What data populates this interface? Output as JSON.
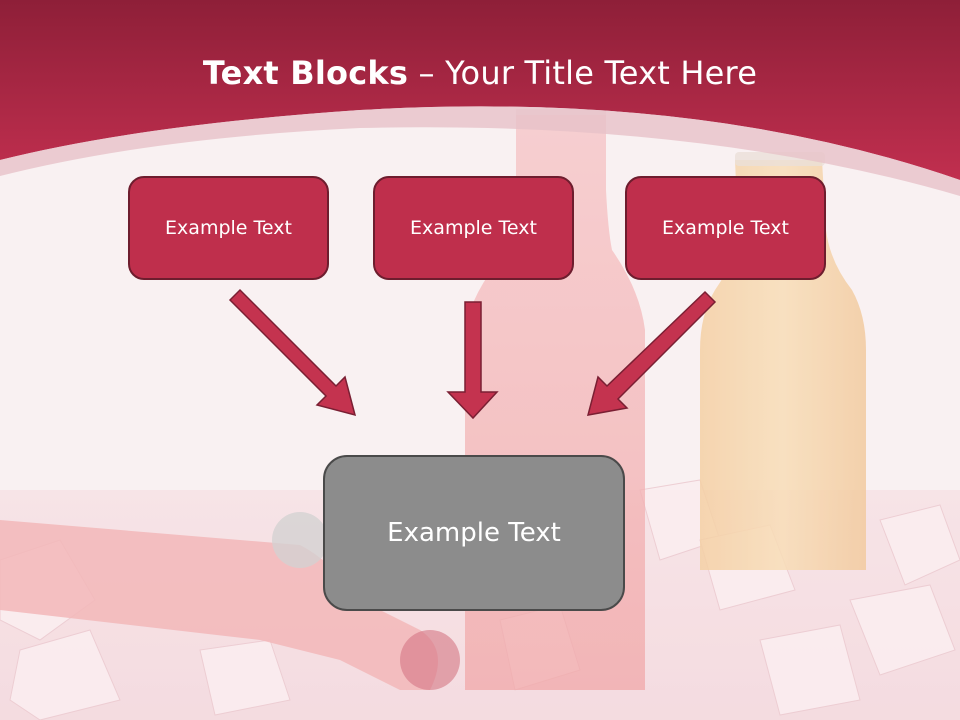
{
  "slide": {
    "title_bold": "Text Blocks",
    "title_dash": " – ",
    "title_rest": "Your Title Text Here",
    "top_boxes": [
      {
        "label": "Example Text"
      },
      {
        "label": "Example Text"
      },
      {
        "label": "Example Text"
      }
    ],
    "bottom_box": {
      "label": "Example Text"
    }
  },
  "colors": {
    "header": "#b52a48",
    "box_fill": "#bf2f4c",
    "box_border": "#6e1d2e",
    "arrow": "#c4334f",
    "center_box": "#8c8c8c"
  }
}
